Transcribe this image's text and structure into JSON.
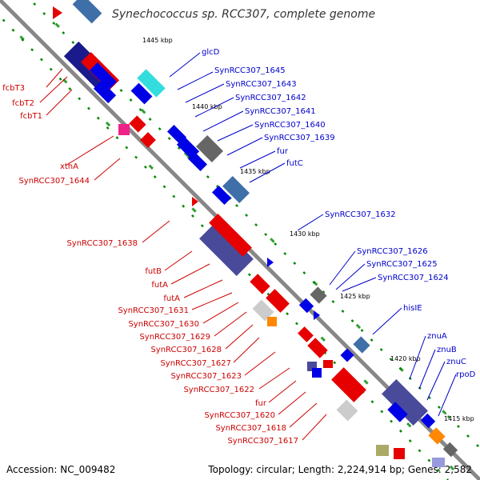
{
  "title": "Synechococcus sp. RCC307, complete genome",
  "footer": {
    "accession": "Accession: NC_009482",
    "topology": "Topology: circular; Length: 2,224,914 bp; Genes: 2,582"
  },
  "colors": {
    "forward_gene": "#e60000",
    "reverse_gene": "#0000e6",
    "label_forward": "#cc0000",
    "label_reverse": "#0000cc",
    "backbone": "#888888",
    "tick_dots": "#008800"
  },
  "kbp_labels": [
    "1445 kbp",
    "1440 kbp",
    "1435 kbp",
    "1430 kbp",
    "1425 kbp",
    "1420 kbp",
    "1415 kbp"
  ],
  "labels_left": [
    "fcbT3",
    "fcbT2",
    "fcbT1",
    "xthA",
    "SynRCC307_1644",
    "SynRCC307_1638",
    "futB",
    "futA",
    "futA",
    "SynRCC307_1631",
    "SynRCC307_1630",
    "SynRCC307_1629",
    "SynRCC307_1628",
    "SynRCC307_1627",
    "SynRCC307_1623",
    "SynRCC307_1622",
    "fur",
    "SynRCC307_1620",
    "SynRCC307_1618",
    "SynRCC307_1617"
  ],
  "labels_right": [
    "glcD",
    "SynRCC307_1645",
    "SynRCC307_1643",
    "SynRCC307_1642",
    "SynRCC307_1641",
    "SynRCC307_1640",
    "SynRCC307_1639",
    "fur",
    "futC",
    "SynRCC307_1632",
    "SynRCC307_1626",
    "SynRCC307_1625",
    "SynRCC307_1624",
    "hisIE",
    "znuA",
    "znuB",
    "znuC",
    "rpoD"
  ]
}
